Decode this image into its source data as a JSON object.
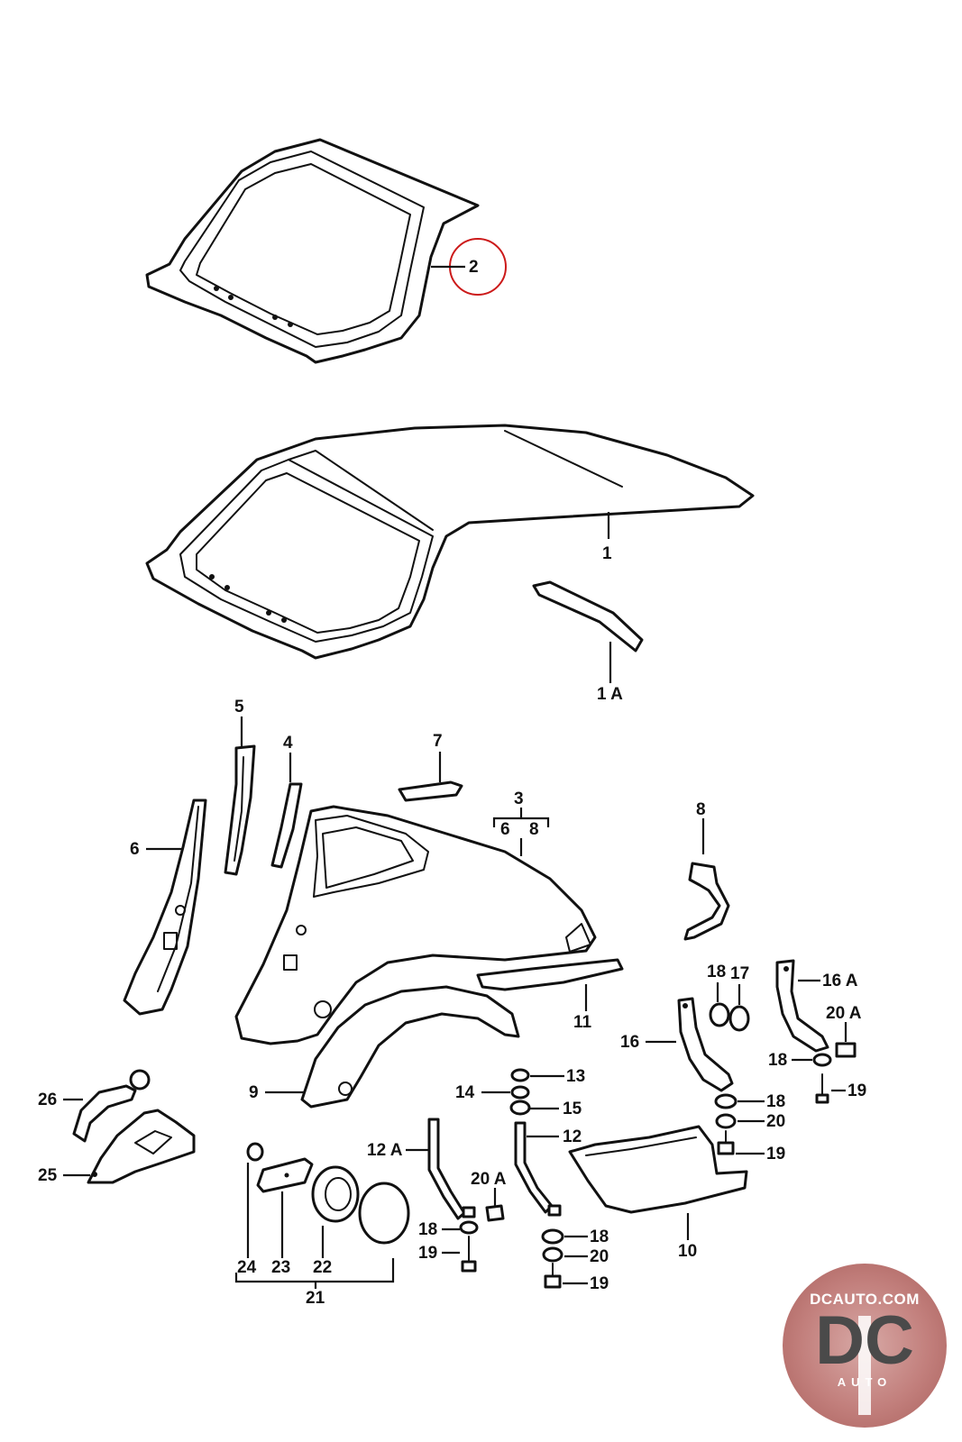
{
  "labels": {
    "l1": "1",
    "l1a": "1 A",
    "l2": "2",
    "l3": "3",
    "l3_6": "6",
    "l3_8": "8",
    "l4": "4",
    "l5": "5",
    "l6": "6",
    "l7": "7",
    "l8": "8",
    "l9": "9",
    "l10": "10",
    "l11": "11",
    "l12a": "12 A",
    "l12": "12",
    "l13": "13",
    "l14": "14",
    "l15": "15",
    "l16": "16",
    "l16a": "16 A",
    "l17": "17",
    "l18a": "18",
    "l18b": "18",
    "l18c": "18",
    "l18d": "18",
    "l18e": "18",
    "l19a": "19",
    "l19b": "19",
    "l19c": "19",
    "l19d": "19",
    "l20a": "20 A",
    "l20a2": "20 A",
    "l20b": "20",
    "l20c": "20",
    "l21": "21",
    "l22": "22",
    "l23": "23",
    "l24": "24",
    "l25": "25",
    "l26": "26"
  },
  "logo": {
    "url_text": "DCAUTO.COM",
    "mark": "DC",
    "sub": "AUTO"
  },
  "colors": {
    "highlight": "#cc1a1a",
    "ink": "#111111",
    "logo_red": "#c27f7c"
  }
}
